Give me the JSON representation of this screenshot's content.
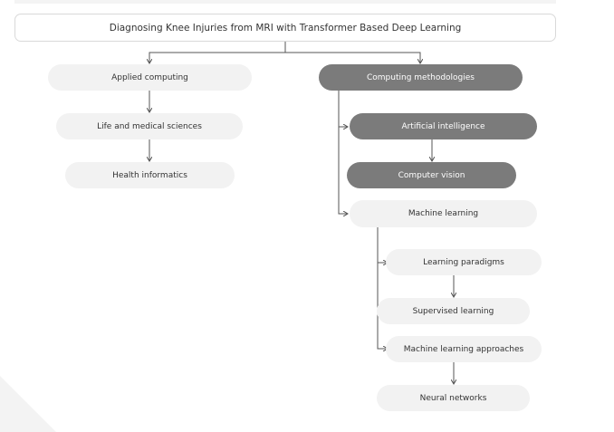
{
  "root": {
    "label": "Diagnosing Knee Injuries from MRI with Transformer Based Deep Learning"
  },
  "applied": {
    "label": "Applied computing",
    "life_sciences": "Life and medical sciences",
    "health_informatics": "Health informatics"
  },
  "methods": {
    "label": "Computing methodologies",
    "ai": "Artificial intelligence",
    "cv": "Computer vision",
    "ml": "Machine learning",
    "learning_paradigms": "Learning paradigms",
    "supervised": "Supervised learning",
    "ml_approaches": "Machine learning approaches",
    "neural_networks": "Neural networks"
  },
  "colors": {
    "highlight_node": "#7b7b7b",
    "plain_node": "#f2f2f2",
    "connector": "#555555"
  }
}
